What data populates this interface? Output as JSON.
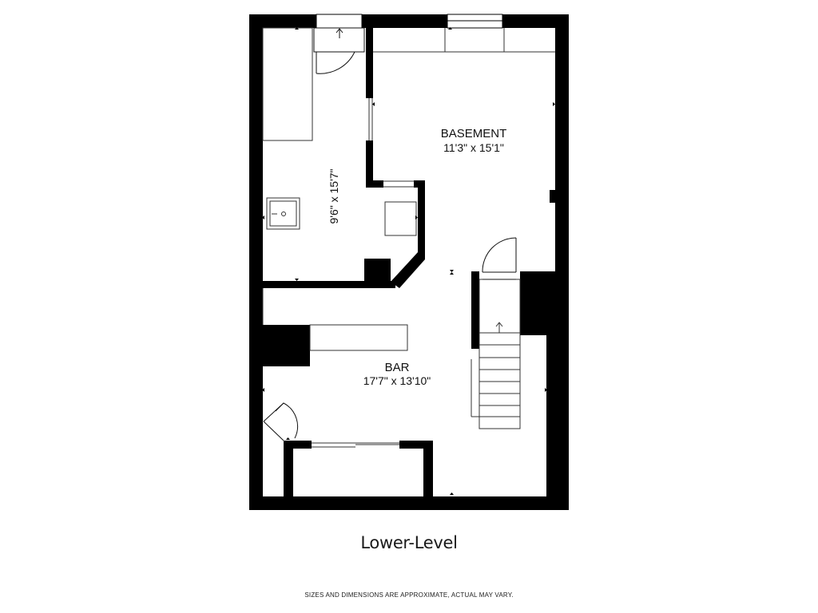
{
  "rooms": {
    "basement": {
      "name": "BASEMENT",
      "dimensions": "11'3\" x 15'1\""
    },
    "side_room": {
      "dimensions": "9'6\" x 15'7\""
    },
    "bar": {
      "name": "BAR",
      "dimensions": "17'7\" x 13'10\""
    }
  },
  "level_title": "Lower-Level",
  "disclaimer": "SIZES AND DIMENSIONS ARE APPROXIMATE, ACTUAL MAY VARY.",
  "colors": {
    "wall": "#000000",
    "fixture": "#333333",
    "background": "#ffffff"
  }
}
